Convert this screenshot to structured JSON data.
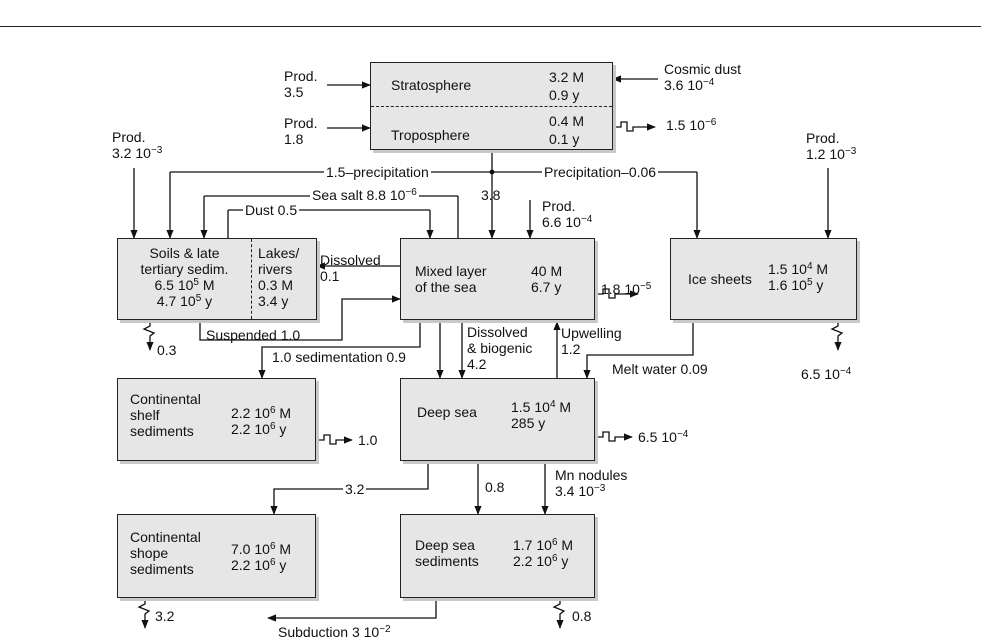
{
  "boxes": {
    "stratosphere": {
      "name": "Stratosphere",
      "mass": "3.2 M",
      "time": "0.9 y"
    },
    "troposphere": {
      "name": "Troposphere",
      "mass": "0.4 M",
      "time": "0.1 y"
    },
    "soils": {
      "name1": "Soils & late",
      "name2": "tertiary sedim.",
      "mass_num": "6.5 10",
      "mass_exp": "5",
      "mass_unit": " M",
      "time_num": "4.7 10",
      "time_exp": "5",
      "time_unit": " y"
    },
    "lakes": {
      "name1": "Lakes/",
      "name2": "rivers",
      "mass": "0.3 M",
      "time": "3.4 y"
    },
    "mixed": {
      "name1": "Mixed layer",
      "name2": "of the sea",
      "mass": "40 M",
      "time": "6.7 y"
    },
    "ice": {
      "name": "Ice sheets",
      "mass_num": "1.5 10",
      "mass_exp": "4",
      "mass_unit": " M",
      "time_num": "1.6 10",
      "time_exp": "5",
      "time_unit": " y"
    },
    "shelf": {
      "name1": "Continental",
      "name2": "shelf",
      "name3": "sediments",
      "mass_num": "2.2 10",
      "mass_exp": "6",
      "mass_unit": " M",
      "time_num": "2.2 10",
      "time_exp": "6",
      "time_unit": " y"
    },
    "deep": {
      "name": "Deep sea",
      "mass_num": "1.5 10",
      "mass_exp": "4",
      "mass_unit": " M",
      "time": "285 y"
    },
    "slope": {
      "name1": "Continental",
      "name2": "shope",
      "name3": "sediments",
      "mass_num": "7.0 10",
      "mass_exp": "6",
      "mass_unit": " M",
      "time_num": "2.2 10",
      "time_exp": "6",
      "time_unit": " y"
    },
    "deepsed": {
      "name1": "Deep sea",
      "name2": "sediments",
      "mass_num": "1.7 10",
      "mass_exp": "6",
      "mass_unit": " M",
      "time_num": "2.2 10",
      "time_exp": "6",
      "time_unit": " y"
    }
  },
  "flows": {
    "prod_strat_a": "Prod.",
    "prod_strat_b": "3.5",
    "prod_trop_a": "Prod.",
    "prod_trop_b": "1.8",
    "cosmic_a": "Cosmic dust",
    "cosmic_b_num": "3.6 10",
    "cosmic_b_exp": "−4",
    "trop_loss_num": "1.5 10",
    "trop_loss_exp": "−6",
    "prod_soils_a": "Prod.",
    "prod_soils_b_num": "3.2 10",
    "prod_soils_b_exp": "−3",
    "prod_ice_a": "Prod.",
    "prod_ice_b_num": "1.2 10",
    "prod_ice_b_exp": "−3",
    "precip_land": "1.5–precipitation",
    "precip_ice": "Precipitation–0.06",
    "sea_salt_num": "Sea salt 8.8 10",
    "sea_salt_exp": "−6",
    "dust": "Dust 0.5",
    "precip_sea": "3.8",
    "prod_mixed_a": "Prod.",
    "prod_mixed_b_num": "6.6 10",
    "prod_mixed_b_exp": "−4",
    "dissolved_a": "Dissolved",
    "dissolved_b": "0.1",
    "mixed_loss_num": "1.8 10",
    "mixed_loss_exp": "−5",
    "suspended": "Suspended 1.0",
    "soils_loss": "0.3",
    "sedimentation": "1.0 sedimentation 0.9",
    "diss_bio_a": "Dissolved",
    "diss_bio_b": "& biogenic",
    "diss_bio_c": "4.2",
    "upwelling_a": "Upwelling",
    "upwelling_b": "1.2",
    "melt": "Melt water 0.09",
    "ice_loss_num": "6.5 10",
    "ice_loss_exp": "−4",
    "shelf_loss": "1.0",
    "deep_loss_num": "6.5 10",
    "deep_loss_exp": "−4",
    "to_slope": "3.2",
    "to_deepsed": "0.8",
    "mn_a": "Mn nodules",
    "mn_b_num": "3.4 10",
    "mn_b_exp": "−3",
    "slope_loss": "3.2",
    "subduction_num": "Subduction 3 10",
    "subduction_exp": "−2",
    "deepsed_loss": "0.8"
  }
}
